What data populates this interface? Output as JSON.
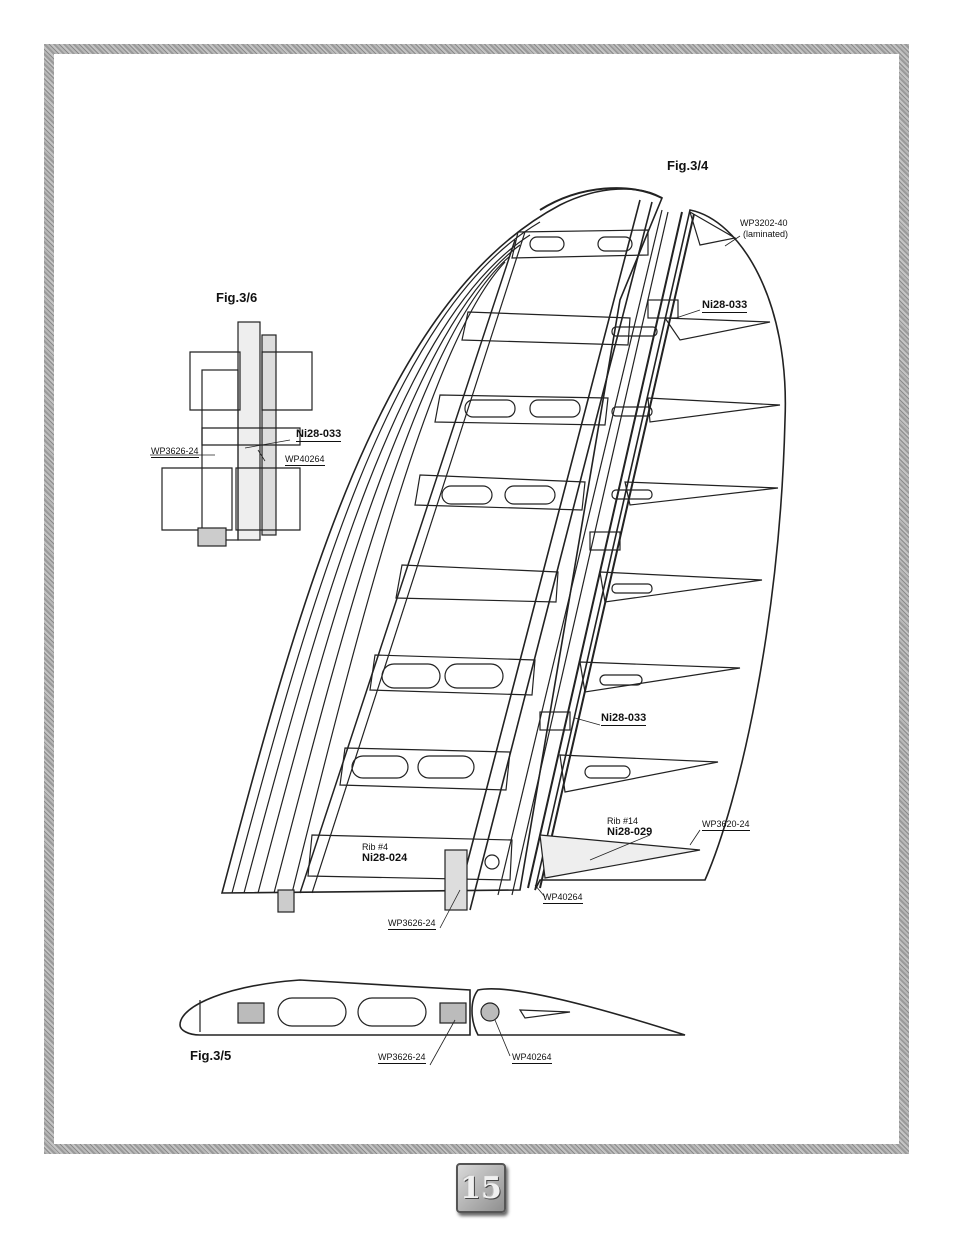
{
  "figures": {
    "fig34": {
      "title": "Fig.3/4"
    },
    "fig36": {
      "title": "Fig.3/6"
    },
    "fig35": {
      "title": "Fig.3/5"
    }
  },
  "labels": {
    "wp3202_40": "WP3202-40",
    "laminated": "(laminated)",
    "ni28_033_top": "Ni28-033",
    "ni28_033_mid": "Ni28-033",
    "rib14": "Rib #14",
    "ni28_029": "Ni28-029",
    "wp3620_24": "WP3620-24",
    "wp40264_main": "WP40264",
    "rib4": "Rib #4",
    "ni28_024": "Ni28-024",
    "wp3626_24_main": "WP3626-24",
    "fig36_ni28_033": "Ni28-033",
    "fig36_wp3626_24": "WP3626-24",
    "fig36_wp40264": "WP40264",
    "fig35_wp3626_24": "WP3626-24",
    "fig35_wp40264": "WP40264"
  },
  "page_number": "15"
}
